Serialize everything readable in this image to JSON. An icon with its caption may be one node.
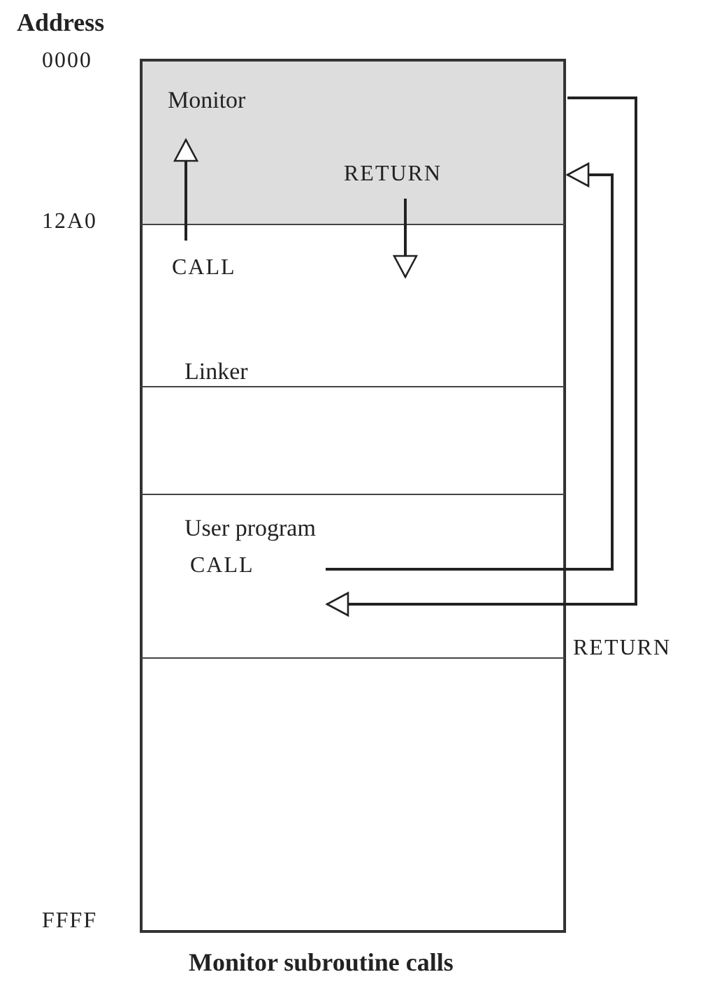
{
  "diagram": {
    "caption": "Monitor subroutine calls",
    "nodes": [
      {
        "text": [
          "Monitor"
        ]
      },
      {
        "text": [
          "Linker"
        ]
      },
      {
        "text": [],
        "shape": "box"
      },
      {
        "text": [
          "User program"
        ]
      },
      {
        "text": [],
        "shape": "box"
      }
    ],
    "edges": [
      {
        "from": 1,
        "to": 0,
        "arrow": "to",
        "label": "CALL"
      },
      {
        "from": 0,
        "to": 1,
        "arrow": "to",
        "label": "RETURN"
      },
      {
        "from": 3,
        "to": 0,
        "arrow": "to",
        "label": "CALL"
      },
      {
        "from": 0,
        "to": 3,
        "arrow": "to",
        "label": "RETURN"
      }
    ],
    "labels": [
      "Address",
      "0000",
      "12A0",
      "FFFF"
    ]
  }
}
